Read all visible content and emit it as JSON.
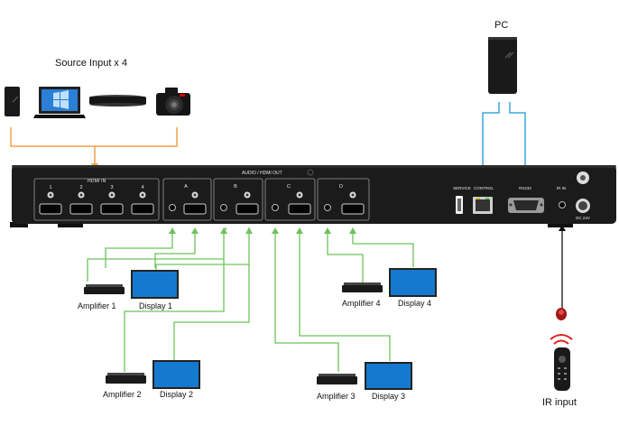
{
  "labels": {
    "source_input": "Source Input x 4",
    "pc": "PC",
    "ir_input": "IR input"
  },
  "panel": {
    "hdmi_in": "HDMI IN",
    "audio_hdmi_out": "AUDIO / HDMI OUT",
    "in_ports": [
      "1",
      "2",
      "3",
      "4"
    ],
    "out_zones": [
      "A",
      "B",
      "C",
      "D"
    ],
    "service": "SERVICE",
    "control": "CONTROL",
    "rs232": "RS232",
    "ir_in": "IR IN",
    "dc": "DC 24V"
  },
  "zones": [
    {
      "amplifier": "Amplifier 1",
      "display": "Display 1"
    },
    {
      "amplifier": "Amplifier 2",
      "display": "Display 2"
    },
    {
      "amplifier": "Amplifier 3",
      "display": "Display 3"
    },
    {
      "amplifier": "Amplifier 4",
      "display": "Display 4"
    }
  ],
  "colors": {
    "source_link": "#f0a04b",
    "pc_link": "#3aa8dc",
    "output_link": "#6cc35a",
    "ir_link": "#111111",
    "panel": "#1b1b1b",
    "display_screen": "#1679d0"
  },
  "icons": [
    "pc-tower-icon",
    "laptop-icon",
    "blu-ray-player-icon",
    "camera-icon",
    "remote-control-icon",
    "ir-receiver-icon"
  ]
}
